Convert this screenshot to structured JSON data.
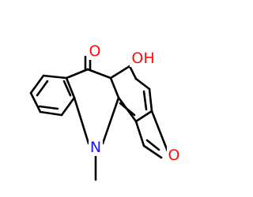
{
  "molecule": {
    "atom_labels": {
      "carbonyl_oxygen": "O",
      "hydroxyl": "OH",
      "ring_nitrogen": "N",
      "furan_oxygen": "O"
    },
    "colors": {
      "oxygen": "#ff0d0d",
      "nitrogen": "#1515ff",
      "bond": "#000000",
      "background": "#ffffff"
    }
  }
}
